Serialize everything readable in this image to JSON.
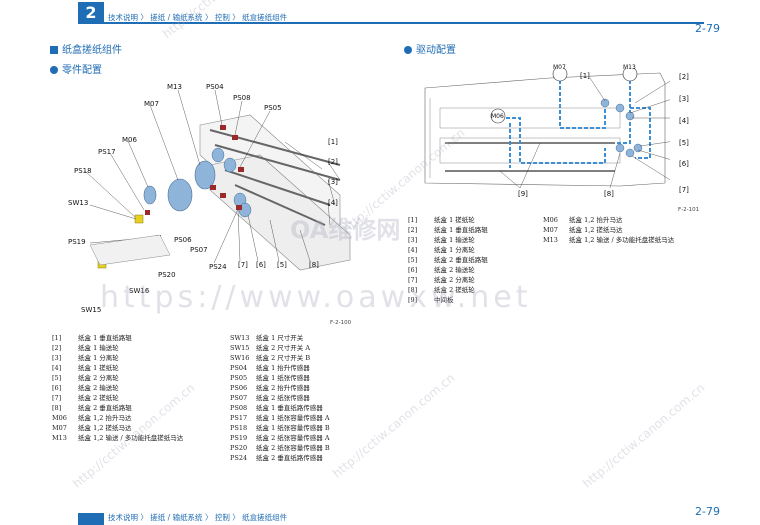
{
  "header": {
    "chapter": "2",
    "breadcrumb": "技术说明 〉 搓纸 / 输纸系统 〉 控制 〉 纸盒搓纸组件",
    "page": "2-79"
  },
  "sections": {
    "main_title": "纸盒搓纸组件",
    "parts_title": "零件配置",
    "drive_title": "驱动配置"
  },
  "parts_figure": {
    "labels": {
      "m13": "M13",
      "ps04": "PS04",
      "ps08": "PS08",
      "ps05": "PS05",
      "m07": "M07",
      "m06": "M06",
      "ps17": "PS17",
      "ps18": "PS18",
      "sw13": "SW13",
      "ps19": "PS19",
      "ps20": "PS20",
      "sw16": "SW16",
      "sw15": "SW15",
      "ps06": "PS06",
      "ps07": "PS07",
      "ps24": "PS24",
      "n1": "[1]",
      "n2": "[2]",
      "n3": "[3]",
      "n4": "[4]",
      "n5": "[5]",
      "n6": "[6]",
      "n7": "[7]",
      "n8": "[8]"
    },
    "fig_id": "F-2-100"
  },
  "drive_figure": {
    "labels": {
      "m07": "M07",
      "m13": "M13",
      "m06": "M06",
      "n1": "[1]",
      "n2": "[2]",
      "n3": "[3]",
      "n4": "[4]",
      "n5": "[5]",
      "n6": "[6]",
      "n7": "[7]",
      "n8": "[8]",
      "n9": "[9]"
    },
    "fig_id": "F-2-101"
  },
  "parts_legend_left": [
    {
      "k": "[1]",
      "v": "纸盒 1 垂直纸路辊"
    },
    {
      "k": "[2]",
      "v": "纸盒 1 输送轮"
    },
    {
      "k": "[3]",
      "v": "纸盒 1 分离轮"
    },
    {
      "k": "[4]",
      "v": "纸盒 1 搓纸轮"
    },
    {
      "k": "[5]",
      "v": "纸盒 2 分离轮"
    },
    {
      "k": "[6]",
      "v": "纸盒 2 输送轮"
    },
    {
      "k": "[7]",
      "v": "纸盒 2 搓纸轮"
    },
    {
      "k": "[8]",
      "v": "纸盒 2 垂直纸路辊"
    },
    {
      "k": "M06",
      "v": "纸盒 1,2 抬升马达"
    },
    {
      "k": "M07",
      "v": "纸盒 1,2 搓纸马达"
    },
    {
      "k": "M13",
      "v": "纸盒 1,2 输送 / 多功能托盘搓纸马达"
    }
  ],
  "parts_legend_right": [
    {
      "k": "SW13",
      "v": "纸盒 1 尺寸开关"
    },
    {
      "k": "SW15",
      "v": "纸盒 2 尺寸开关 A"
    },
    {
      "k": "SW16",
      "v": "纸盒 2 尺寸开关 B"
    },
    {
      "k": "PS04",
      "v": "纸盒 1 抬升传感器"
    },
    {
      "k": "PS05",
      "v": "纸盒 1 纸张传感器"
    },
    {
      "k": "PS06",
      "v": "纸盒 2 抬升传感器"
    },
    {
      "k": "PS07",
      "v": "纸盒 2 纸张传感器"
    },
    {
      "k": "PS08",
      "v": "纸盒 1 垂直纸路传感器"
    },
    {
      "k": "PS17",
      "v": "纸盒 1 纸张容量传感器 A"
    },
    {
      "k": "PS18",
      "v": "纸盒 1 纸张容量传感器 B"
    },
    {
      "k": "PS19",
      "v": "纸盒 2 纸张容量传感器 A"
    },
    {
      "k": "PS20",
      "v": "纸盒 2 纸张容量传感器 B"
    },
    {
      "k": "PS24",
      "v": "纸盒 2 垂直纸路传感器"
    }
  ],
  "drive_legend_left": [
    {
      "k": "[1]",
      "v": "纸盒 1 搓纸轮"
    },
    {
      "k": "[2]",
      "v": "纸盒 1 垂直纸路辊"
    },
    {
      "k": "[3]",
      "v": "纸盒 1 输送轮"
    },
    {
      "k": "[4]",
      "v": "纸盒 1 分离轮"
    },
    {
      "k": "[5]",
      "v": "纸盒 2 垂直纸路辊"
    },
    {
      "k": "[6]",
      "v": "纸盒 2 输送轮"
    },
    {
      "k": "[7]",
      "v": "纸盒 2 分离轮"
    },
    {
      "k": "[8]",
      "v": "纸盒 2 搓纸轮"
    },
    {
      "k": "[9]",
      "v": "中间板"
    }
  ],
  "drive_legend_right": [
    {
      "k": "M06",
      "v": "纸盒 1,2 抬升马达"
    },
    {
      "k": "M07",
      "v": "纸盒 1,2 搓纸马达"
    },
    {
      "k": "M13",
      "v": "纸盒 1,2 输送 / 多功能托盘搓纸马达"
    }
  ],
  "watermarks": {
    "url1": "https://www.oawxw.net",
    "url2": "http://cctiw.canon.com.cn",
    "cn": "OA维修网"
  },
  "footer": {
    "breadcrumb": "技术说明 〉 搓纸 / 输纸系统 〉 控制 〉 纸盒搓纸组件",
    "page": "2-79"
  },
  "colors": {
    "accent": "#1f6db5",
    "roller_blue": "#8fb4d9",
    "sensor_red": "#9a2a2a",
    "switch_yellow": "#e8d020",
    "drive_dash": "#3d8fd6"
  }
}
